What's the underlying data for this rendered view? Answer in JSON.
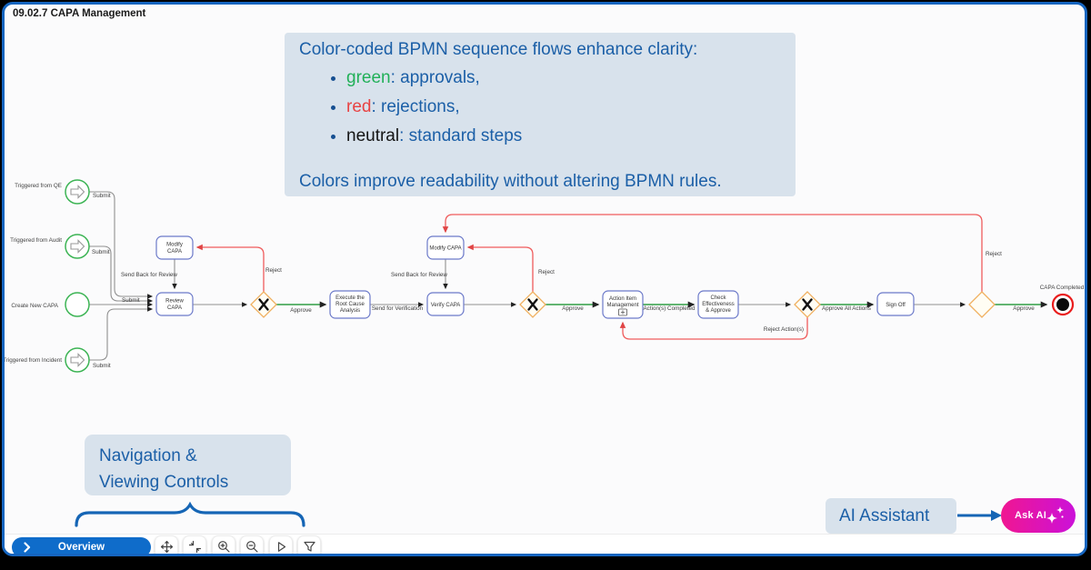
{
  "window": {
    "title": "09.02.7 CAPA Management"
  },
  "colors": {
    "window_border": "#1565c0",
    "note_bg": "#d8e2ec",
    "note_text": "#1b5fa7",
    "approve_green": "#2f9e44",
    "reject_red": "#ef5b5b",
    "neutral_edge_gray": "#909090",
    "task_border": "#6b79c9",
    "gateway_orange": "#f0b060",
    "start_event_green": "#3cb454",
    "end_event_red": "#e91c1c",
    "overview_blue": "#0f6cca",
    "ask_ai_gradient_start": "#f01791",
    "ask_ai_gradient_end": "#cb11d9",
    "bullet_green": "#21b058",
    "bullet_red": "#e84343",
    "bullet_neutral": "#141414"
  },
  "annotations": {
    "color_note": {
      "title": "Color-coded BPMN sequence flows enhance clarity:",
      "bullets": [
        {
          "term": "green",
          "rest": ": approvals,"
        },
        {
          "term": "red",
          "rest": ": rejections,"
        },
        {
          "term": "neutral",
          "rest": ": standard steps"
        }
      ],
      "footer": "Colors improve readability without altering BPMN rules."
    },
    "nav_note": {
      "line1": "Navigation &",
      "line2": "Viewing Controls"
    },
    "ai_note": {
      "label": "AI Assistant"
    }
  },
  "diagram": {
    "start_events": [
      {
        "label": "Triggered from QE",
        "submit": "Submit"
      },
      {
        "label": "Triggered from Audit",
        "submit": "Submit"
      },
      {
        "label": "Create New CAPA",
        "submit": "Submit"
      },
      {
        "label": "Triggered from Incident",
        "submit": "Submit"
      }
    ],
    "tasks": {
      "modify1": {
        "lines": [
          "Modify",
          "CAPA"
        ]
      },
      "review": {
        "lines": [
          "Review",
          "CAPA"
        ]
      },
      "execute": {
        "lines": [
          "Execute the",
          "Root Cause",
          "Analysis"
        ]
      },
      "modify2": {
        "lines": [
          "Modify CAPA"
        ]
      },
      "verify": {
        "lines": [
          "Verify CAPA"
        ]
      },
      "action_items": {
        "lines": [
          "Action Item",
          "Management"
        ]
      },
      "check": {
        "lines": [
          "Check",
          "Effectiveness",
          "& Approve"
        ]
      },
      "signoff": {
        "lines": [
          "Sign Off"
        ]
      }
    },
    "end_event": {
      "label": "CAPA Completed"
    },
    "labels": {
      "send_back_1": "Send Back for Review",
      "send_back_2": "Send Back for Review",
      "reject_1": "Reject",
      "reject_2": "Reject",
      "reject_actions": "Reject Action(s)",
      "reject_final": "Reject",
      "approve_1": "Approve",
      "approve_2": "Approve",
      "approve_all": "Approve All Actions",
      "approve_final": "Approve",
      "send_for_verification": "Send for Verification",
      "actions_completed": "Action(s) Completed"
    }
  },
  "toolbar": {
    "overview_label": "Overview",
    "icons": [
      "pan-icon",
      "fit-view-icon",
      "zoom-in-icon",
      "zoom-out-icon",
      "play-icon",
      "filter-icon"
    ]
  },
  "ai_button": {
    "label": "Ask AI"
  }
}
